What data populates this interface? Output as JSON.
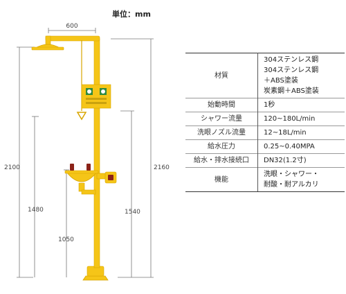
{
  "header": {
    "unit_title": "単位：mm"
  },
  "dimensions": {
    "width_top": "600",
    "height_2100": "2100",
    "height_2160": "2160",
    "height_1480": "1480",
    "height_1540": "1540",
    "height_1050": "1050"
  },
  "colors": {
    "body_yellow": "#f5c518",
    "body_shadow": "#d8a500",
    "eyewash_red": "#8b2318",
    "dim_line": "#777777"
  },
  "specs": [
    {
      "label": "材質",
      "values": [
        "304ステンレス鋼",
        "304ステンレス鋼",
        "＋ABS塗装",
        "炭素鋼＋ABS塗装"
      ]
    },
    {
      "label": "始動時間",
      "values": [
        "1秒"
      ]
    },
    {
      "label": "シャワー流量",
      "values": [
        "120~180L/min"
      ]
    },
    {
      "label": "洗眼ノズル流量",
      "values": [
        "12~18L/min"
      ]
    },
    {
      "label": "給水圧力",
      "values": [
        "0.25~0.40MPA"
      ]
    },
    {
      "label": "給水・排水接続口",
      "values": [
        "DN32(1.2寸)"
      ]
    },
    {
      "label": "機能",
      "values": [
        "洗眼・シャワー・",
        "耐酸・耐アルカリ"
      ]
    }
  ]
}
